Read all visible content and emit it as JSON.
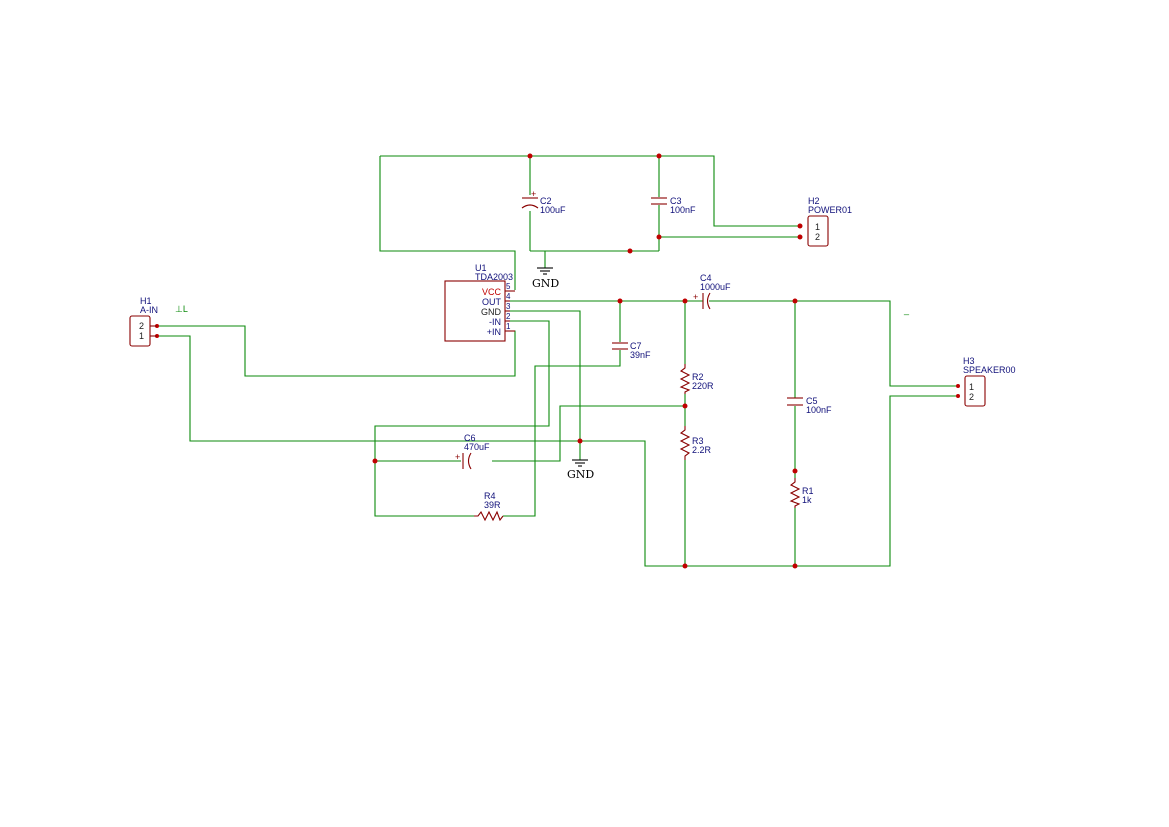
{
  "components": {
    "u1": {
      "ref": "U1",
      "value": "TDA2003",
      "pins": [
        {
          "num": "5",
          "name": "VCC"
        },
        {
          "num": "4",
          "name": "OUT"
        },
        {
          "num": "3",
          "name": "GND"
        },
        {
          "num": "2",
          "name": "-IN"
        },
        {
          "num": "1",
          "name": "+IN"
        }
      ]
    },
    "h1": {
      "ref": "H1",
      "value": "A-IN",
      "pins": [
        "2",
        "1"
      ]
    },
    "h2": {
      "ref": "H2",
      "value": "POWER01",
      "pins": [
        "1",
        "2"
      ]
    },
    "h3": {
      "ref": "H3",
      "value": "SPEAKER00",
      "pins": [
        "1",
        "2"
      ]
    },
    "c2": {
      "ref": "C2",
      "value": "100uF",
      "polarity": "+"
    },
    "c3": {
      "ref": "C3",
      "value": "100nF"
    },
    "c4": {
      "ref": "C4",
      "value": "1000uF",
      "polarity": "+"
    },
    "c5": {
      "ref": "C5",
      "value": "100nF"
    },
    "c6": {
      "ref": "C6",
      "value": "470uF",
      "polarity": "+"
    },
    "c7": {
      "ref": "C7",
      "value": "39nF"
    },
    "r1": {
      "ref": "R1",
      "value": "1k"
    },
    "r2": {
      "ref": "R2",
      "value": "220R"
    },
    "r3": {
      "ref": "R3",
      "value": "2.2R"
    },
    "r4": {
      "ref": "R4",
      "value": "39R"
    }
  },
  "power": {
    "gnd1": "GND",
    "gnd2": "GND"
  },
  "notes": {
    "note1": "⊥L",
    "note2": "_"
  },
  "colors": {
    "wire": "#0b8a0b",
    "part": "#8a0000",
    "text": "#10107a",
    "junction": "#c00000"
  }
}
